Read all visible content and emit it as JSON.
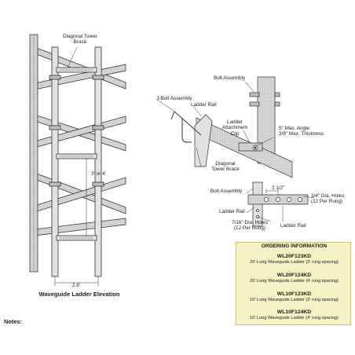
{
  "elevation": {
    "caption": "Waveguide Ladder Elevation",
    "labels": {
      "diagonal_brace": "Diagonal Tower\nBrace",
      "rung_spacing": "3' or 4'",
      "width": "2.6'"
    }
  },
  "detail": {
    "labels": {
      "bolt_assembly_top": "Bolt Assembly",
      "j_bolt": "J-Bolt Assembly",
      "ladder_rail_top": "Ladder Rail",
      "attachment_clip": "Ladder\nAttachment\nClip",
      "max_angle": "5\" Max. Angle\n3/8\" Max. Thickness",
      "diagonal_brace": "Diagonal\nTower Brace",
      "bolt_assembly_bottom": "Bolt Assembly",
      "dim": "2 1/2\"",
      "holes_large": "3/4\" Dia. Holes\n(12 Per Rung)",
      "ladder_rail_left": "Ladder Rail",
      "holes_small": "7/16\" Dia. Holes\n(12 Per Rung)",
      "ladder_rail_right": "Ladder Rail"
    }
  },
  "ordering": {
    "title": "ORDERING INFORMATION",
    "items": [
      {
        "code": "WL20F123KD",
        "desc": "20' Long Waveguide Ladder (3' rung spacing)"
      },
      {
        "code": "WL20F124KD",
        "desc": "20' Long Waveguide Ladder (4' rung spacing)"
      },
      {
        "code": "WL10F123KD",
        "desc": "10' Long Waveguide Ladder (3' rung spacing)"
      },
      {
        "code": "WL10F124KD",
        "desc": "10' Long Waveguide Ladder (4' rung spacing)"
      }
    ]
  },
  "notes_label": "Notes:",
  "colors": {
    "steel": "#d9d9d9",
    "steel_dark": "#9a9a9a",
    "outline": "#333333",
    "box_fill": "#f7f2c6"
  }
}
